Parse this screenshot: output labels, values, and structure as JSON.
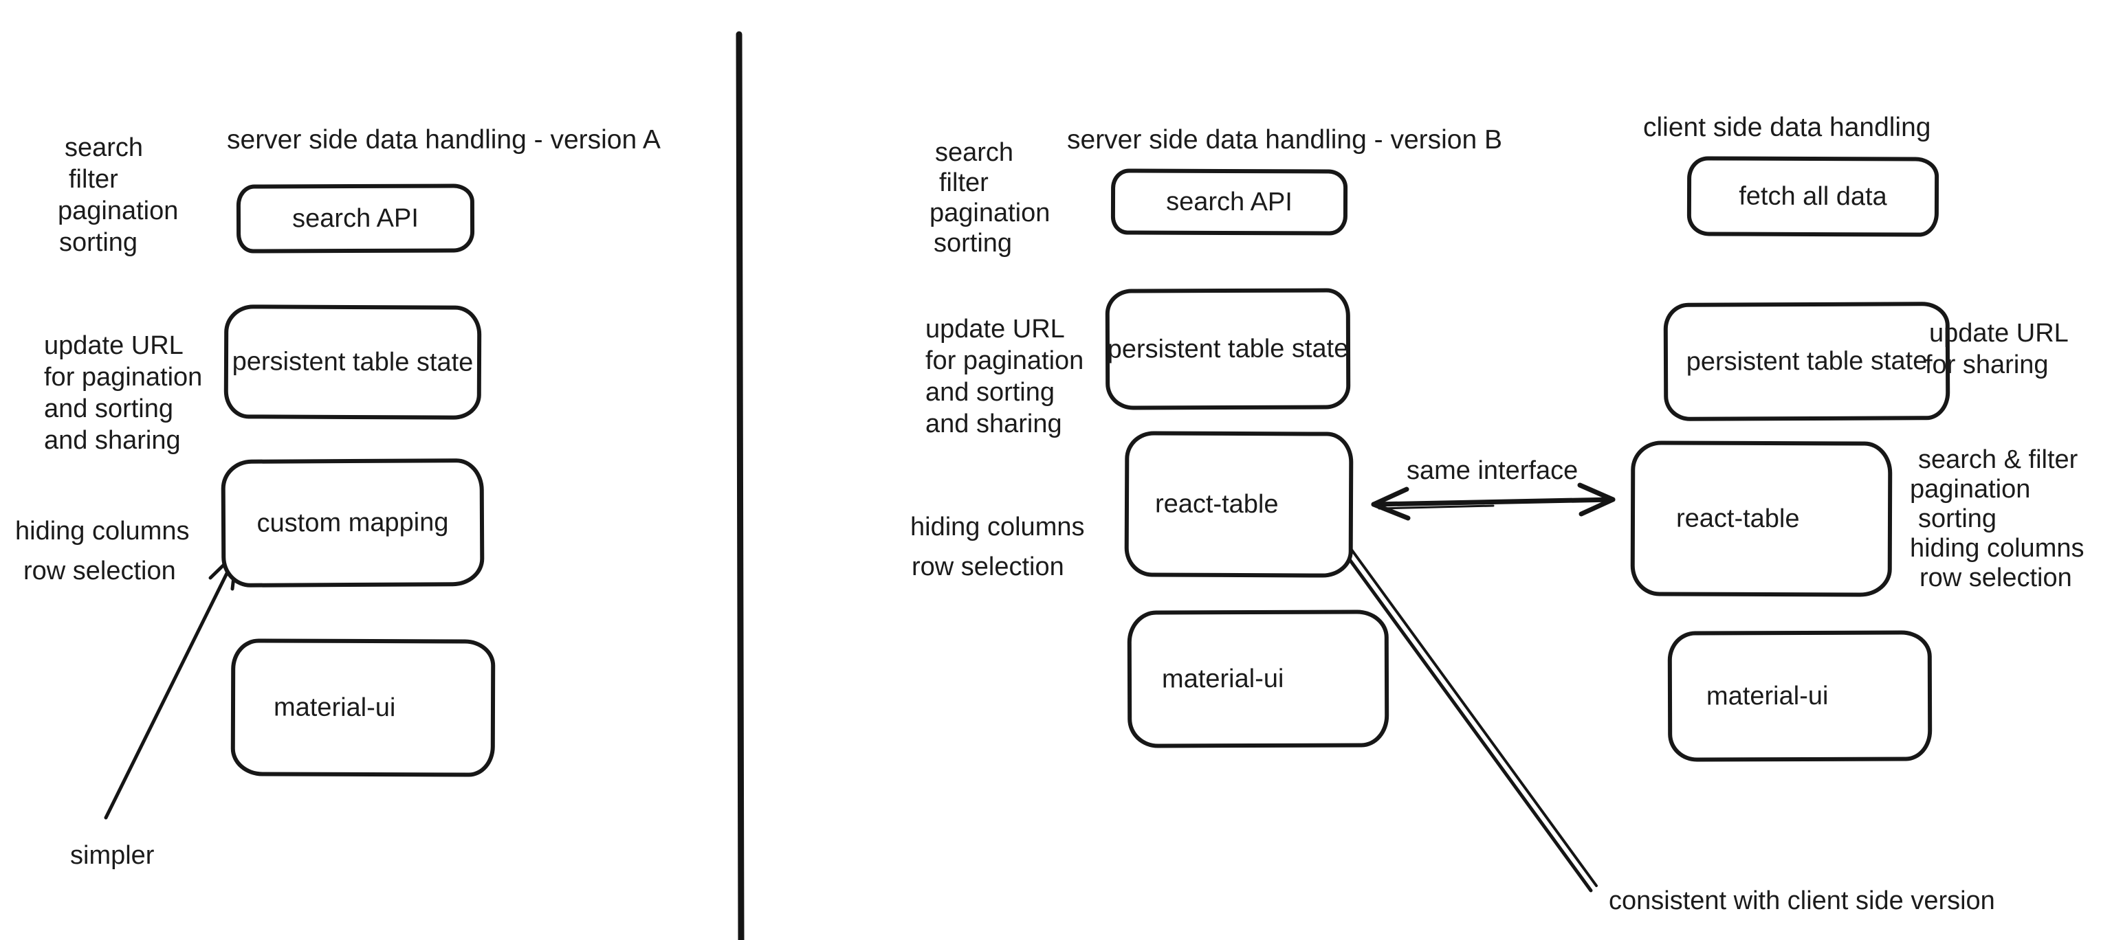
{
  "colors": {
    "background": "#ffffff",
    "ink": "#1b1b1b"
  },
  "diagram": {
    "version_a": {
      "title": "server side data handling - version A",
      "features_label": [
        "search",
        "filter",
        "pagination",
        "sorting"
      ],
      "update_url_label": [
        "update URL",
        "for pagination",
        "and sorting",
        "and sharing"
      ],
      "table_features_label": [
        "hiding columns",
        "row selection"
      ],
      "simpler_label": "simpler",
      "boxes": [
        "search API",
        "persistent table state",
        "custom mapping",
        "material-ui"
      ]
    },
    "version_b": {
      "title": "server side data handling - version B",
      "features_label": [
        "search",
        "filter",
        "pagination",
        "sorting"
      ],
      "update_url_label": [
        "update URL",
        "for pagination",
        "and sorting",
        "and sharing"
      ],
      "table_features_label": [
        "hiding columns",
        "row selection"
      ],
      "boxes": [
        "search API",
        "persistent table state",
        "react-table",
        "material-ui"
      ]
    },
    "client_side": {
      "title": "client side data handling",
      "update_url_label": [
        "update URL",
        "for sharing"
      ],
      "features_label": [
        "search & filter",
        "pagination",
        "sorting",
        "hiding columns",
        "row selection"
      ],
      "boxes": [
        "fetch all data",
        "persistent table state",
        "react-table",
        "material-ui"
      ]
    },
    "connections": {
      "same_interface_label": "same interface",
      "consistent_label": "consistent with client side version"
    }
  }
}
